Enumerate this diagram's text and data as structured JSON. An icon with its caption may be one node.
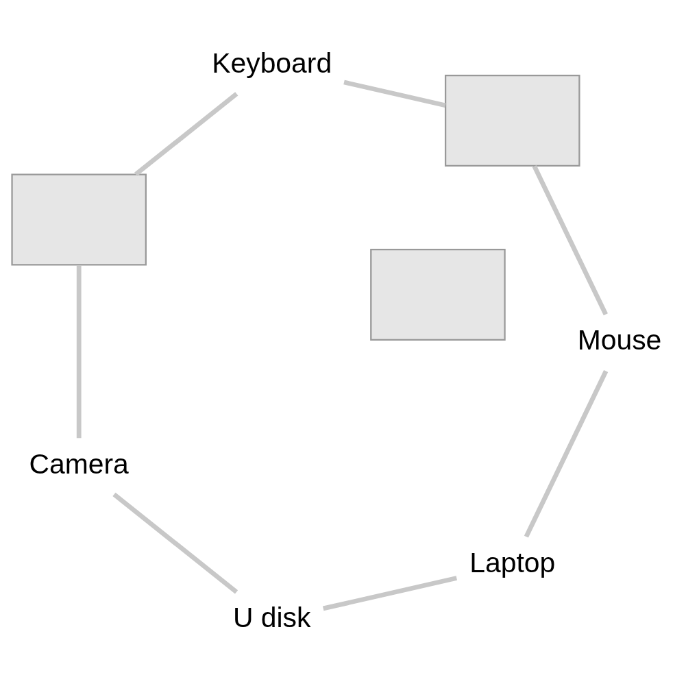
{
  "diagram": {
    "nodes": [
      {
        "text": [
          "Laptop"
        ]
      },
      {
        "text": [
          "Mouse"
        ]
      },
      {
        "text": [
          "U disk"
        ]
      },
      {
        "text": [],
        "shape": "box"
      },
      {
        "text": [],
        "shape": "box"
      },
      {
        "text": [
          "Camera"
        ]
      },
      {
        "text": [],
        "shape": "box"
      },
      {
        "text": [
          "Keyboard"
        ]
      }
    ],
    "edges": [
      {
        "from": 0,
        "to": 2,
        "arrow": "none"
      },
      {
        "from": 2,
        "to": 5,
        "arrow": "none"
      },
      {
        "from": 5,
        "to": 6,
        "arrow": "none"
      },
      {
        "from": 6,
        "to": 7,
        "arrow": "none"
      },
      {
        "from": 7,
        "to": 4,
        "arrow": "none"
      },
      {
        "from": 4,
        "to": 1,
        "arrow": "none"
      },
      {
        "from": 1,
        "to": 0,
        "arrow": "none"
      }
    ]
  }
}
